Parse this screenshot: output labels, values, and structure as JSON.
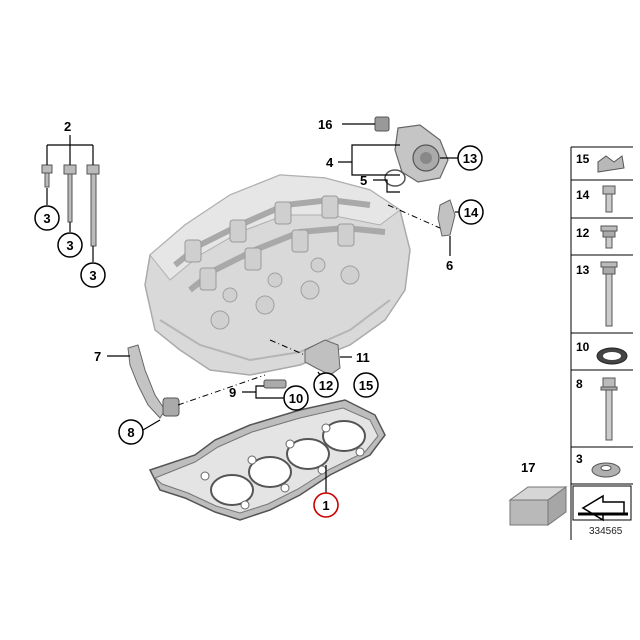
{
  "diagram": {
    "callouts": {
      "c2": "2",
      "c3a": "3",
      "c3b": "3",
      "c3c": "3",
      "c4": "4",
      "c5": "5",
      "c6": "6",
      "c7": "7",
      "c8": "8",
      "c9": "9",
      "c10": "10",
      "c11": "11",
      "c12": "12",
      "c13": "13",
      "c14": "14",
      "c15": "15",
      "c16": "16",
      "c1": "1"
    },
    "parts_panel": [
      {
        "number": "15"
      },
      {
        "number": "14"
      },
      {
        "number": "12"
      },
      {
        "number": "13"
      },
      {
        "number": "10"
      },
      {
        "number": "8"
      },
      {
        "number": "3"
      }
    ],
    "box_label": "17",
    "reference": "334565",
    "colors": {
      "highlight": "#cc0000",
      "part_gray": "#c8c8c8"
    }
  }
}
